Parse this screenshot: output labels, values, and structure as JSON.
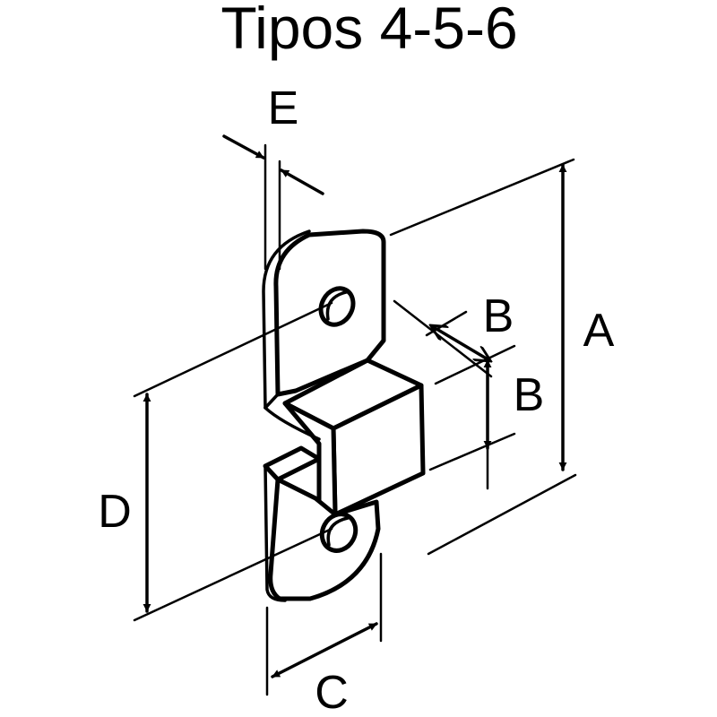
{
  "title": "Tipos 4-5-6",
  "dimensions": {
    "A": "A",
    "B_upper": "B",
    "B_lower": "B",
    "C": "C",
    "D": "D",
    "E": "E"
  },
  "colors": {
    "ink": "#000000",
    "paper": "#ffffff"
  }
}
